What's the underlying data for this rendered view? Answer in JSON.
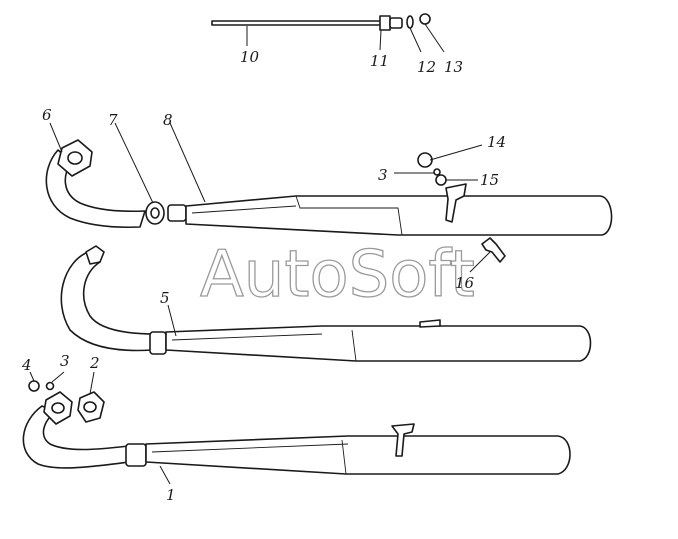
{
  "callouts": {
    "c1": "1",
    "c2": "2",
    "c3a": "3",
    "c3b": "3",
    "c4": "4",
    "c5": "5",
    "c6": "6",
    "c7": "7",
    "c8": "8",
    "c10": "10",
    "c11": "11",
    "c12": "12",
    "c13": "13",
    "c14": "14",
    "c15": "15",
    "c16": "16"
  },
  "watermark": "AutoSoft",
  "colors": {
    "ink": "#1a1a1a",
    "watermark": "#9a9a9a",
    "background": "#ffffff"
  }
}
